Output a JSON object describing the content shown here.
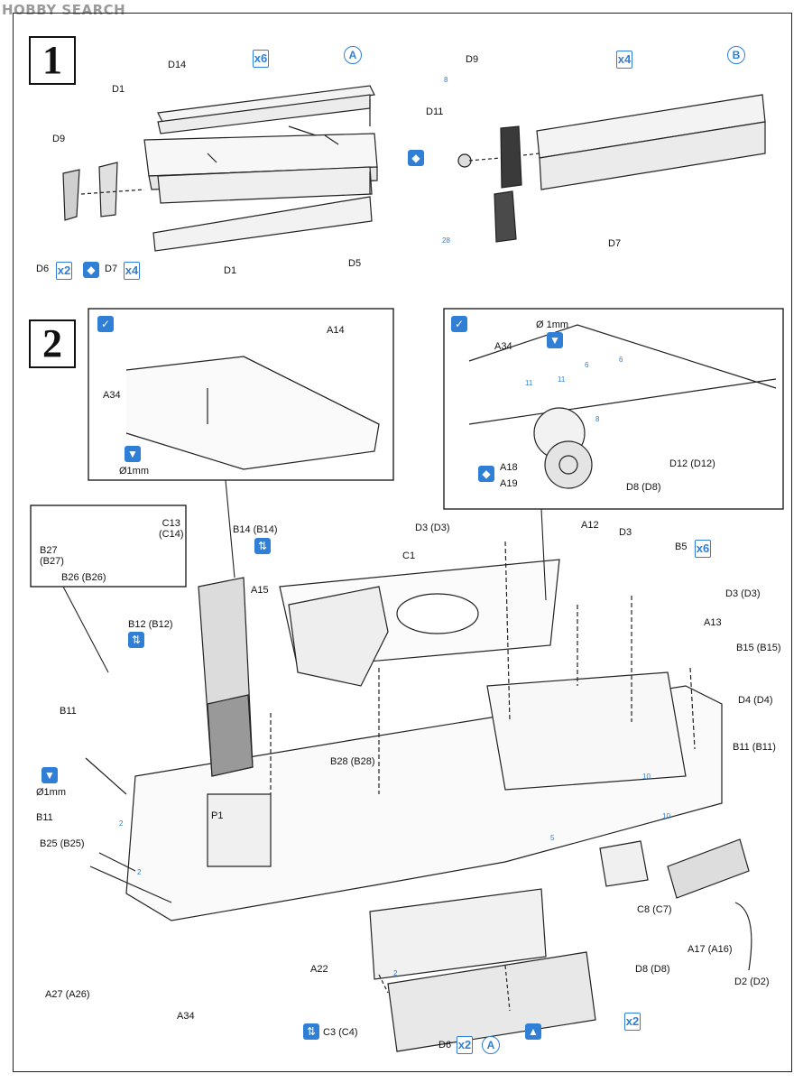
{
  "watermark": "HOBBY SEARCH",
  "steps": [
    "1",
    "2"
  ],
  "step1": {
    "labels": {
      "d14": "D14",
      "d1_top": "D1",
      "d9_left": "D9",
      "d1_bottom": "D1",
      "d5": "D5",
      "d9_right": "D9",
      "d11": "D11",
      "d7": "D7",
      "d6_line_a": "D6",
      "d6_line_b": "D7"
    },
    "badges": {
      "x6": "x6",
      "x2": "x2",
      "x4_line": "x4",
      "x4_right": "x4",
      "a": "A",
      "b": "B"
    },
    "small_numbers": {
      "n8": "8",
      "n28": "28"
    }
  },
  "step2": {
    "inset1": {
      "a14": "A14",
      "a34": "A34",
      "drill": "Ø1mm"
    },
    "inset2": {
      "drill": "Ø 1mm",
      "a34": "A34",
      "a18": "A18",
      "a19": "A19",
      "d12": "D12 (D12)",
      "d8": "D8 (D8)",
      "holes": [
        "11",
        "11",
        "6",
        "6",
        "8"
      ]
    },
    "inset3": {
      "c13": "C13\n(C14)",
      "b27": "B27\n(B27)",
      "b26": "B26 (B26)"
    },
    "labels": {
      "b14": "B14 (B14)",
      "d3a": "D3 (D3)",
      "a12": "A12",
      "d3b": "D3",
      "b5": "B5",
      "c1": "C1",
      "d3c": "D3 (D3)",
      "a13": "A13",
      "a15": "A15",
      "b12": "B12 (B12)",
      "b15": "B15 (B15)",
      "d4": "D4 (D4)",
      "b11a": "B11",
      "b11b": "B11 (B11)",
      "drill": "Ø1mm",
      "b28": "B28 (B28)",
      "b11c": "B11",
      "p1": "P1",
      "b25": "B25 (B25)",
      "c8": "C8 (C7)",
      "a17": "A17 (A16)",
      "d2": "D2 (D2)",
      "d8b": "D8 (D8)",
      "a22": "A22",
      "a27": "A27 (A26)",
      "a34": "A34",
      "c3": "C3 (C4)",
      "d6": "D6"
    },
    "holes": [
      "2",
      "2",
      "5",
      "10",
      "10",
      "2"
    ],
    "badges": {
      "x6": "x6",
      "x2a": "x2",
      "a": "A",
      "x2b": "x2"
    }
  }
}
